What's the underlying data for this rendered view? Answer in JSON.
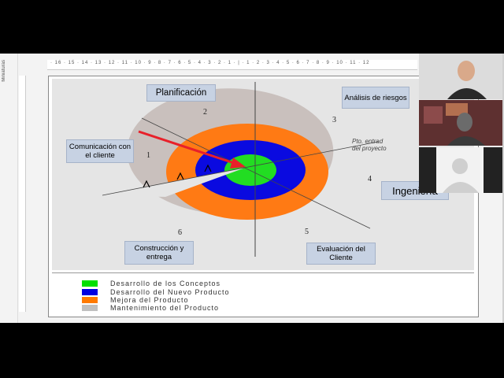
{
  "sidebar": {
    "label": "Miniaturas"
  },
  "ruler": {
    "top_numbers": "· 16 · 15 · 14 · 13 · 12 · 11 · 10 · 9 · 8 · 7 · 6 · 5 · 4 · 3 · 2 · 1 · | · 1 · 2 · 3 · 4 · 5 · 6 · 7 · 8 · 9 · 10 · 11 · 12"
  },
  "slide": {
    "labels": {
      "planificacion": "Planificación",
      "analisis": "Análisis de riesgos",
      "comunicacion": "Comunicación con el cliente",
      "ingenieria": "Ingeniería",
      "construccion": "Construcción y entrega",
      "evaluacion": "Evaluación del Cliente"
    },
    "numbers": [
      "1",
      "2",
      "3",
      "4",
      "5",
      "6"
    ],
    "pto_line1": "Pto. entrad",
    "pto_line2": "del proyecto",
    "legend": [
      {
        "color": "#00e000",
        "text": "Desarrollo de los Conceptos"
      },
      {
        "color": "#0000e0",
        "text": "Desarrollo del Nuevo Producto"
      },
      {
        "color": "#ff7a00",
        "text": "Mejora del Producto"
      },
      {
        "color": "#c0c0c0",
        "text": "Mantenimiento del Producto"
      }
    ]
  },
  "colors": {
    "green": "#22dd22",
    "blue": "#0a0ae0",
    "orange": "#ff7a14",
    "gray": "#c9c0bd",
    "arrow": "#e8202a"
  }
}
